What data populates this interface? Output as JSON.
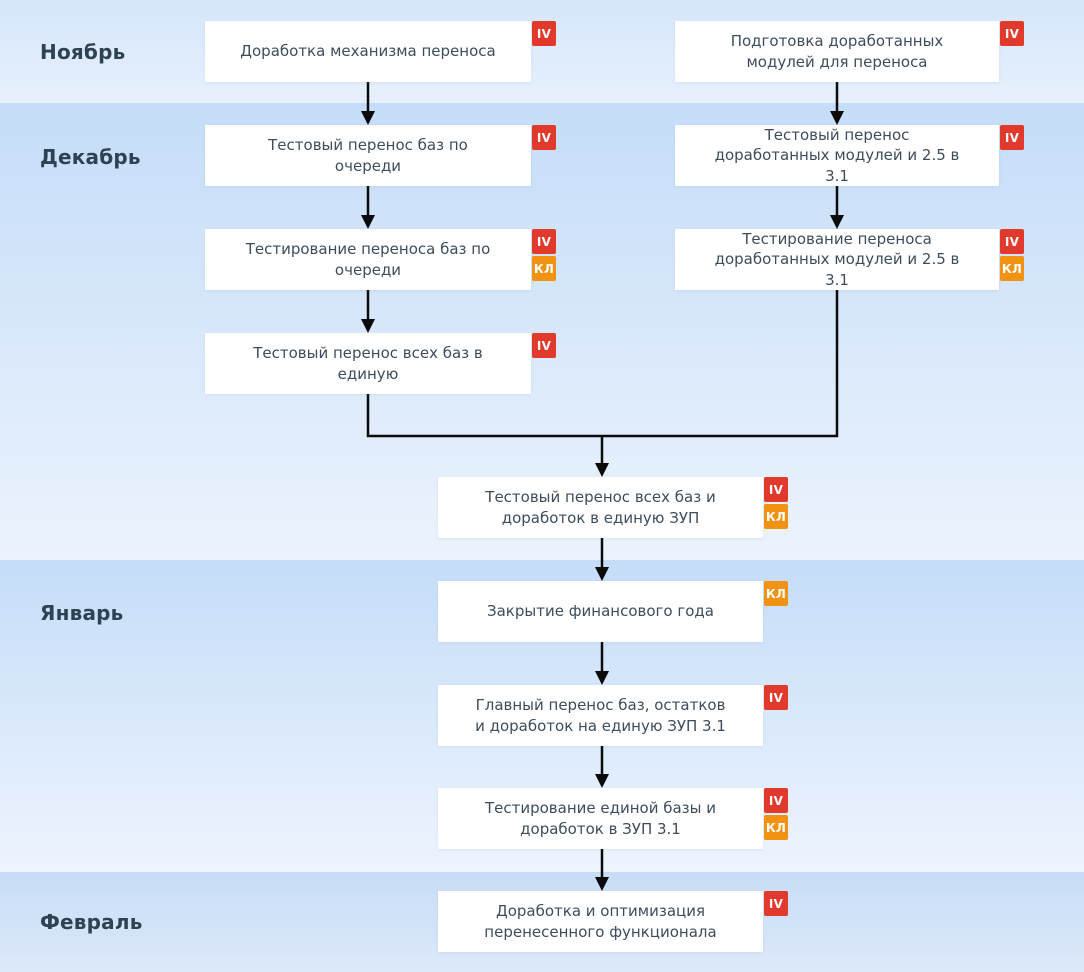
{
  "months": [
    {
      "name": "Ноябрь"
    },
    {
      "name": "Декабрь"
    },
    {
      "name": "Январь"
    },
    {
      "name": "Февраль"
    }
  ],
  "badge_types": {
    "iv": {
      "label": "IV",
      "color": "#e1392b"
    },
    "kl": {
      "label": "КЛ",
      "color": "#f29213"
    }
  },
  "colors": {
    "band_top": "#c5ddf8",
    "band_bottom": "#ecf3fd",
    "node_background": "#ffffff",
    "node_text": "#3d4d5c",
    "month_text": "#2e4254",
    "arrow": "#0b0b0b"
  },
  "nodes": [
    {
      "label": "Доработка механизма переноса",
      "badges": [
        "IV"
      ]
    },
    {
      "label": "Подготовка доработанных модулей для переноса",
      "badges": [
        "IV"
      ]
    },
    {
      "label": "Тестовый перенос баз по очереди",
      "badges": [
        "IV"
      ]
    },
    {
      "label": "Тестовый перенос доработанных модулей и 2.5 в 3.1",
      "badges": [
        "IV"
      ]
    },
    {
      "label": "Тестирование переноса баз по очереди",
      "badges": [
        "IV",
        "КЛ"
      ]
    },
    {
      "label": "Тестирование переноса доработанных модулей и 2.5 в 3.1",
      "badges": [
        "IV",
        "КЛ"
      ]
    },
    {
      "label": "Тестовый перенос всех баз в единую",
      "badges": [
        "IV"
      ]
    },
    {
      "label": "Тестовый перенос всех баз и доработок в единую ЗУП",
      "badges": [
        "IV",
        "КЛ"
      ]
    },
    {
      "label": "Закрытие финансового года",
      "badges": [
        "КЛ"
      ]
    },
    {
      "label": "Главный перенос баз, остатков и доработок на единую ЗУП 3.1",
      "badges": [
        "IV"
      ]
    },
    {
      "label": "Тестирование единой базы и доработок в ЗУП 3.1",
      "badges": [
        "IV",
        "КЛ"
      ]
    },
    {
      "label": "Доработка и оптимизация перенесенного функционала",
      "badges": [
        "IV"
      ]
    }
  ]
}
